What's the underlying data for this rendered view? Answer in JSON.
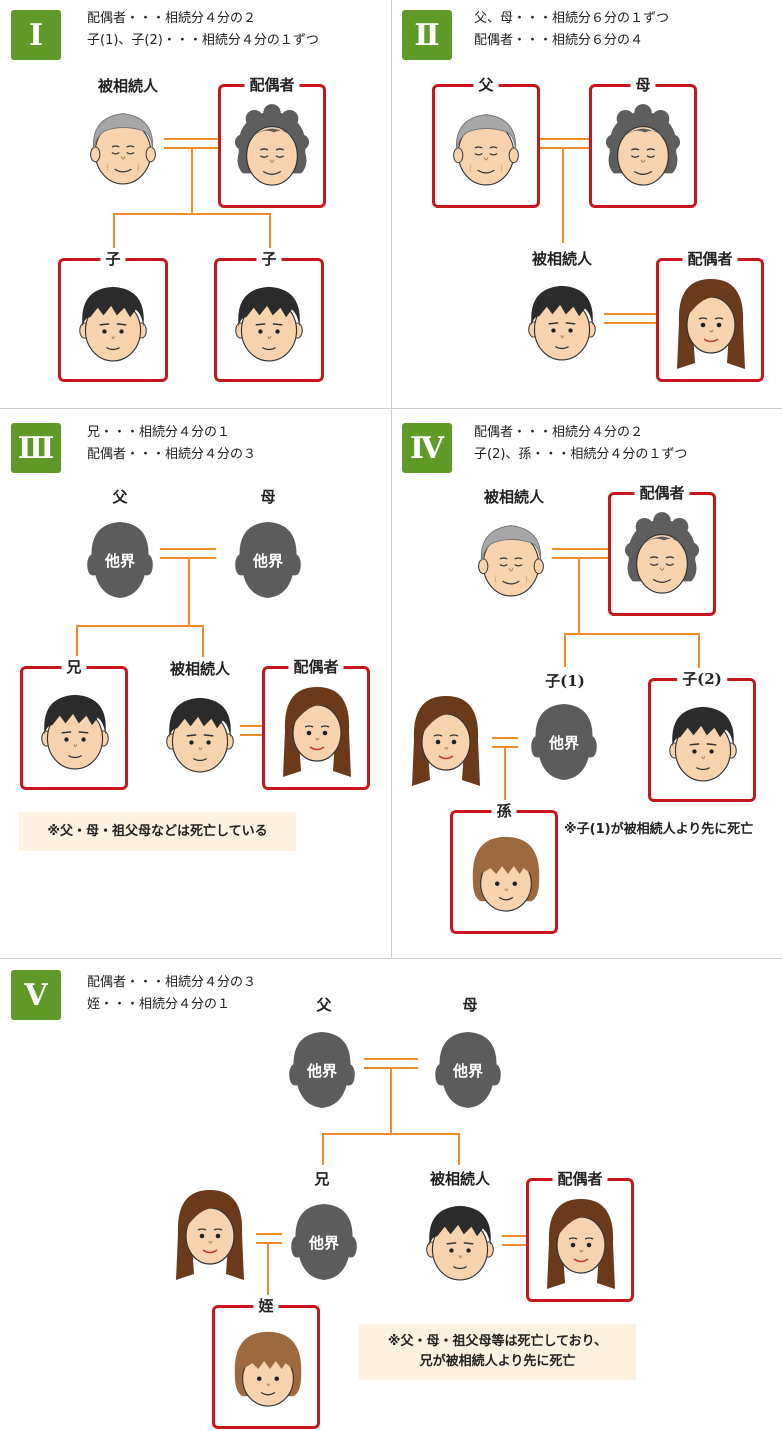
{
  "colors": {
    "badge": "#5f9a29",
    "frame": "#c8161d",
    "line": "#ee8c2a",
    "note_bg": "#fdf1e1",
    "silhouette": "#5c5c5c"
  },
  "panel1": {
    "badge": "Ⅰ",
    "desc": [
      "配偶者・・・相続分４分の２",
      "子(1)、子(2)・・・相続分４分の１ずつ"
    ],
    "deceased": "被相続人",
    "spouse": "配偶者",
    "child1": "子",
    "child2": "子"
  },
  "panel2": {
    "badge": "Ⅱ",
    "desc": [
      "父、母・・・相続分６分の１ずつ",
      "配偶者・・・相続分６分の４"
    ],
    "father": "父",
    "mother": "母",
    "deceased": "被相続人",
    "spouse": "配偶者"
  },
  "panel3": {
    "badge": "Ⅲ",
    "desc": [
      "兄・・・相続分４分の１",
      "配偶者・・・相続分４分の３"
    ],
    "father": "父",
    "mother": "母",
    "dead": "他界",
    "brother": "兄",
    "deceased": "被相続人",
    "spouse": "配偶者",
    "note": "※父・母・祖父母などは死亡している"
  },
  "panel4": {
    "badge": "Ⅳ",
    "desc": [
      "配偶者・・・相続分４分の２",
      "子(2)、孫・・・相続分４分の１ずつ"
    ],
    "deceased": "被相続人",
    "spouse": "配偶者",
    "child1": "子(1)",
    "child2": "子(2)",
    "dead": "他界",
    "grandchild": "孫",
    "note": "※子(1)が被相続人より先に死亡"
  },
  "panel5": {
    "badge": "Ⅴ",
    "desc": [
      "配偶者・・・相続分４分の３",
      "姪・・・相続分４分の１"
    ],
    "father": "父",
    "mother": "母",
    "dead": "他界",
    "brother": "兄",
    "deceased": "被相続人",
    "spouse": "配偶者",
    "niece": "姪",
    "note": [
      "※父・母・祖父母等は死亡しており、",
      "兄が被相続人より先に死亡"
    ]
  }
}
